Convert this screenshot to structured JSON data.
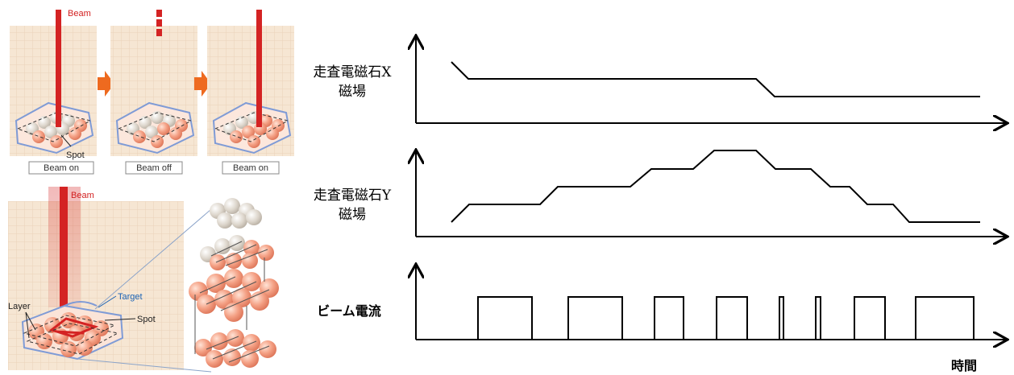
{
  "left_panel": {
    "beam_label": "Beam",
    "spot_label": "Spot",
    "captions": [
      "Beam on",
      "Beam off",
      "Beam on"
    ],
    "detail": {
      "beam_label": "Beam",
      "target_label": "Target",
      "layer_label": "Layer",
      "spot_label": "Spot"
    }
  },
  "timeline": {
    "rows": [
      {
        "label_line1": "走査電磁石X",
        "label_line2": "磁場"
      },
      {
        "label_line1": "走査電磁石Y",
        "label_line2": "磁場"
      },
      {
        "label_line1": "ビーム電流",
        "label_line2": ""
      }
    ],
    "time_label": "時間"
  },
  "colors": {
    "beam": "#d42323",
    "arrow": "#ee6a1f",
    "spot_on": "#f2a38a",
    "spot_off": "#d8d2c8",
    "target_outline": "#7f9bd6",
    "target_label": "#1b63b5"
  }
}
